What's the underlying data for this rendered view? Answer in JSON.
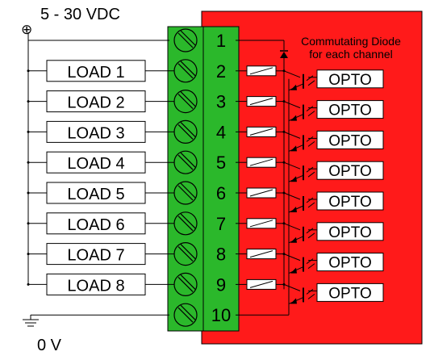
{
  "supply": {
    "positive_label": "5 - 30 VDC",
    "positive_symbol": "⊕",
    "ground_label": "0 V"
  },
  "diode_note": {
    "line1": "Commutating Diode",
    "line2": "for each channel"
  },
  "terminals": [
    "1",
    "2",
    "3",
    "4",
    "5",
    "6",
    "7",
    "8",
    "9",
    "10"
  ],
  "loads": [
    "LOAD 1",
    "LOAD 2",
    "LOAD 3",
    "LOAD 4",
    "LOAD 5",
    "LOAD 6",
    "LOAD 7",
    "LOAD 8"
  ],
  "optos": [
    "OPTO",
    "OPTO",
    "OPTO",
    "OPTO",
    "OPTO",
    "OPTO",
    "OPTO",
    "OPTO"
  ],
  "colors": {
    "module_fill": "#ff1a1a",
    "terminal_fill": "#2bb82b",
    "line": "#000000",
    "box_fill": "#ffffff"
  }
}
